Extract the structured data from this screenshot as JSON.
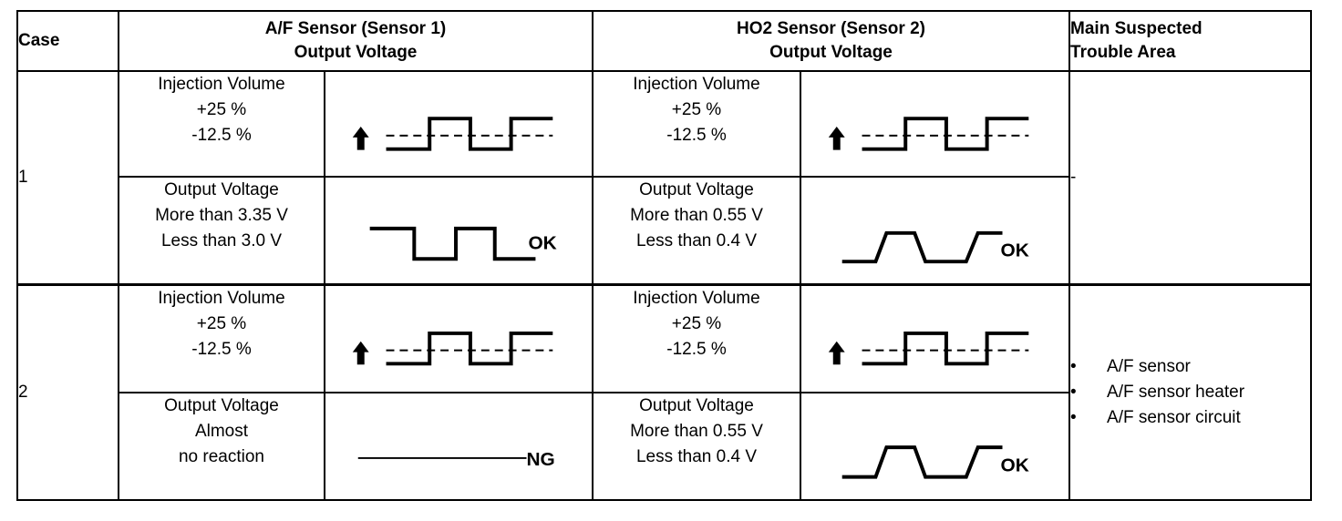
{
  "headers": {
    "case": "Case",
    "af_line1": "A/F Sensor (Sensor 1)",
    "af_line2": "Output Voltage",
    "ho2_line1": "HO2 Sensor (Sensor 2)",
    "ho2_line2": "Output Voltage",
    "area_line1": "Main Suspected",
    "area_line2": "Trouble Area"
  },
  "cases": [
    {
      "number": "1",
      "af": {
        "injection": [
          "Injection Volume",
          "+25 %",
          "-12.5 %"
        ],
        "output": [
          "Output Voltage",
          "More than 3.35 V",
          "Less than 3.0 V"
        ],
        "result": "OK"
      },
      "ho2": {
        "injection": [
          "Injection Volume",
          "+25 %",
          "-12.5 %"
        ],
        "output": [
          "Output Voltage",
          "More than 0.55 V",
          "Less than 0.4 V"
        ],
        "result": "OK"
      },
      "trouble_area": "-"
    },
    {
      "number": "2",
      "af": {
        "injection": [
          "Injection Volume",
          "+25 %",
          "-12.5 %"
        ],
        "output": [
          "Output Voltage",
          "Almost",
          "no reaction"
        ],
        "result": "NG"
      },
      "ho2": {
        "injection": [
          "Injection Volume",
          "+25 %",
          "-12.5 %"
        ],
        "output": [
          "Output Voltage",
          "More than 0.55 V",
          "Less than 0.4 V"
        ],
        "result": "OK"
      },
      "bullet": "•",
      "trouble_areas": [
        "A/F sensor",
        "A/F sensor heater",
        "A/F sensor circuit"
      ]
    }
  ]
}
